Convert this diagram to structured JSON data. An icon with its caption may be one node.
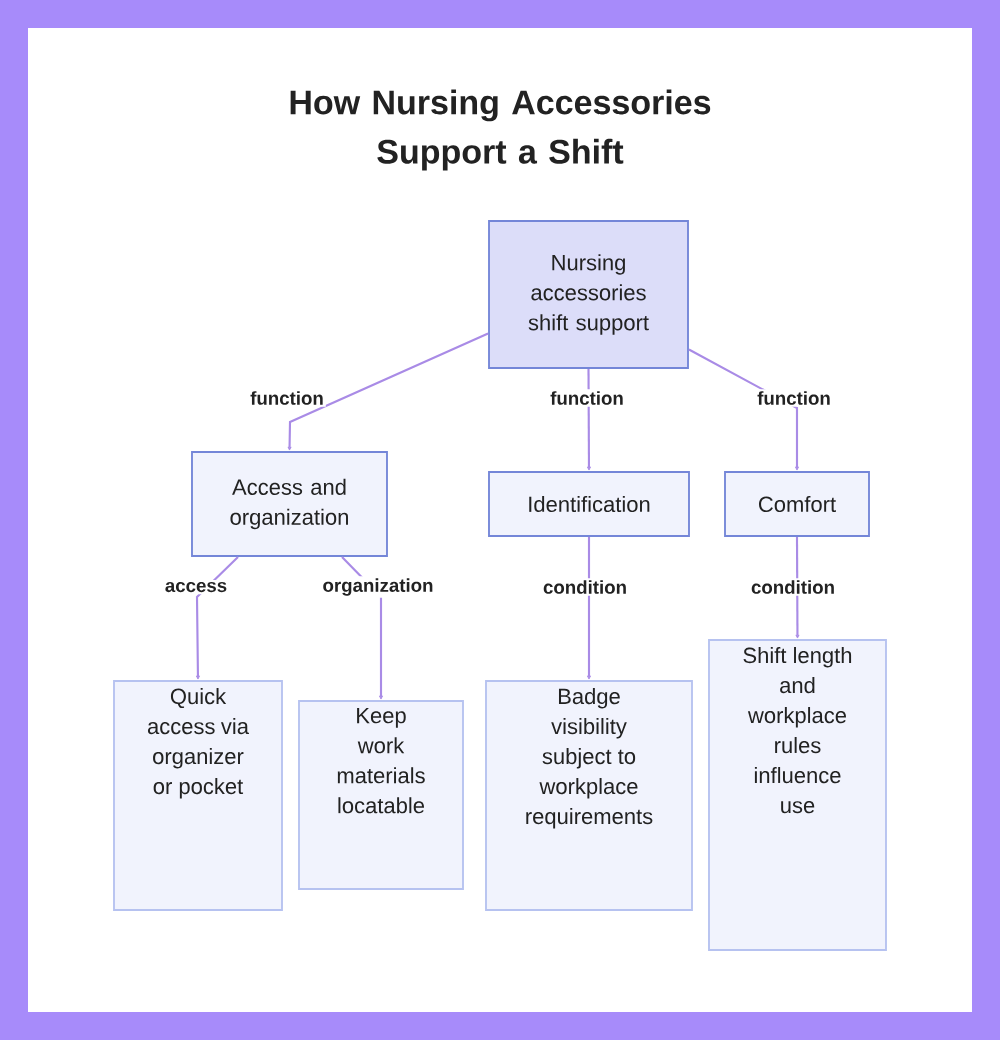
{
  "diagram": {
    "title": "How Nursing Accessories Support a Shift",
    "nodes": [
      {
        "text": [
          "Nursing accessories shift support"
        ]
      },
      {
        "text": [
          "Access and organization"
        ]
      },
      {
        "text": [
          "Identification"
        ]
      },
      {
        "text": [
          "Comfort"
        ]
      },
      {
        "text": [
          "Quick access via organizer or pocket"
        ]
      },
      {
        "text": [
          "Keep work materials locatable"
        ]
      },
      {
        "text": [
          "Badge visibility subject to workplace requirements"
        ]
      },
      {
        "text": [
          "Shift length and workplace rules influence use"
        ]
      }
    ],
    "edges": [
      {
        "from": 0,
        "to": 1,
        "arrow": "to",
        "label": "function"
      },
      {
        "from": 0,
        "to": 2,
        "arrow": "to",
        "label": "function"
      },
      {
        "from": 0,
        "to": 3,
        "arrow": "to",
        "label": "function"
      },
      {
        "from": 1,
        "to": 4,
        "arrow": "to",
        "label": "access"
      },
      {
        "from": 1,
        "to": 5,
        "arrow": "to",
        "label": "organization"
      },
      {
        "from": 2,
        "to": 6,
        "arrow": "to",
        "label": "condition"
      },
      {
        "from": 3,
        "to": 7,
        "arrow": "to",
        "label": "condition"
      }
    ]
  }
}
